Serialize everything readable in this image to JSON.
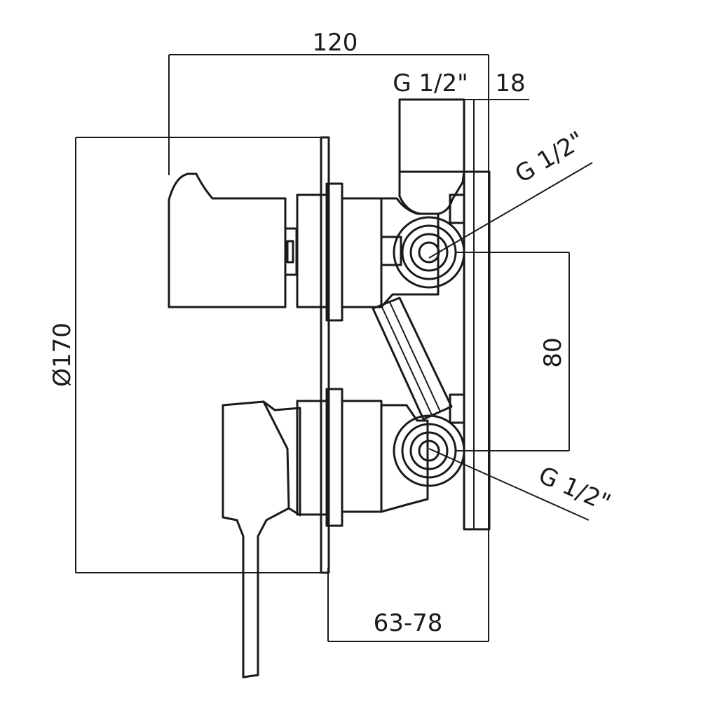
{
  "dimensions": {
    "overall_depth": "120",
    "inlet_top_thread": "G 1/2\"",
    "plate_thickness": "18",
    "outlet_upper_thread": "G 1/2\"",
    "plate_diameter": "Ø170",
    "port_spacing": "80",
    "outlet_lower_thread": "G 1/2\"",
    "installation_depth": "63-78"
  }
}
